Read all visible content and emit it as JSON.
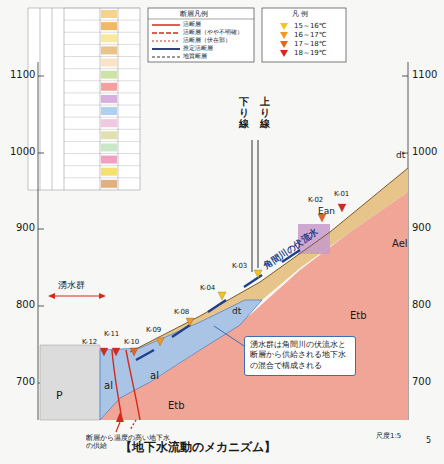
{
  "diagram": {
    "caption": "【地下水流動のメカニズム】",
    "nodes": [
      {
        "text": [
          "湧水群は角間川の伏流水と断層から供給される地下水の混合で構成される"
        ]
      }
    ],
    "edges": [],
    "labels": [
      "1100",
      "1000",
      "900",
      "800",
      "700",
      "1100",
      "1000",
      "900",
      "800",
      "700",
      "断層凡例",
      "凡 例",
      "下り線",
      "上り線",
      "湧水群",
      "K-01",
      "K-02",
      "Ean",
      "K-03",
      "K-04",
      "K-08",
      "K-09",
      "K-10",
      "K-11",
      "K-12",
      "角間川の伏流水",
      "dt",
      "Ael",
      "Etb",
      "dt",
      "Etb",
      "al",
      "al",
      "P",
      "断層から温度の高い地下水の供給",
      "尺度1:5",
      "5"
    ],
    "legend": [
      {
        "text": "活断層"
      },
      {
        "text": "活断層（やや不明確）"
      },
      {
        "text": "活断層（伏在部）"
      },
      {
        "text": "推定活断層"
      },
      {
        "text": "地質断層"
      },
      {
        "text": "15～16℃",
        "color": "#f5c518"
      },
      {
        "text": "16～17℃",
        "color": "#f09a22"
      },
      {
        "text": "17～18℃",
        "color": "#e4661c"
      },
      {
        "text": "18～19℃",
        "color": "#d42a1c"
      }
    ]
  }
}
